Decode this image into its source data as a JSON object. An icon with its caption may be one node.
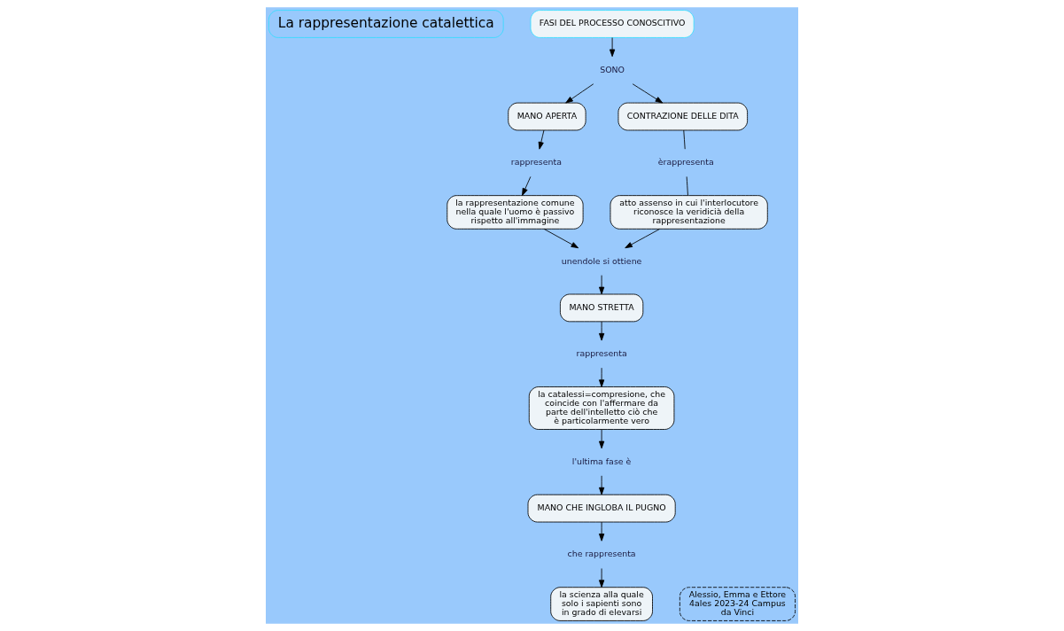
{
  "diagram": {
    "nodes": [
      {
        "text": [
          "La rappresentazione catalettica"
        ]
      },
      {
        "text": [
          "FASI DEL PROCESSO CONOSCITIVO"
        ]
      },
      {
        "text": [
          "SONO"
        ]
      },
      {
        "text": [
          "MANO APERTA"
        ]
      },
      {
        "text": [
          "CONTRAZIONE DELLE DITA"
        ]
      },
      {
        "text": [
          "rappresenta"
        ]
      },
      {
        "text": [
          "èrappresenta"
        ]
      },
      {
        "text": [
          "la rappresentazione comune nella quale l'uomo è passivo rispetto all'immagine"
        ]
      },
      {
        "text": [
          "atto assenso in cui l'interlocutore riconosce la veridicià della rappresentazione"
        ]
      },
      {
        "text": [
          "unendole si ottiene"
        ]
      },
      {
        "text": [
          "MANO STRETTA"
        ]
      },
      {
        "text": [
          "rappresenta"
        ]
      },
      {
        "text": [
          "la catalessi=compresione, che coincide con l'affermare da parte dell'intelletto ciò che è particolarmente vero"
        ]
      },
      {
        "text": [
          "l'ultima fase è"
        ]
      },
      {
        "text": [
          "MANO CHE INGLOBA IL PUGNO"
        ]
      },
      {
        "text": [
          "che rappresenta"
        ]
      },
      {
        "text": [
          "la scienza alla quale solo i sapienti sono in grado di elevarsi"
        ]
      },
      {
        "text": [
          "Alessio, Emma e Ettore 4ales 2023-24 Campus da Vinci"
        ]
      }
    ],
    "edges": [
      {
        "from": 1,
        "to": 2,
        "arrow": "to"
      },
      {
        "from": 2,
        "to": 3,
        "arrow": "to"
      },
      {
        "from": 2,
        "to": 4,
        "arrow": "to"
      },
      {
        "from": 3,
        "to": 5,
        "arrow": "to"
      },
      {
        "from": 5,
        "to": 7,
        "arrow": "to"
      },
      {
        "from": 4,
        "to": 6,
        "arrow": "none"
      },
      {
        "from": 6,
        "to": 8,
        "arrow": "none"
      },
      {
        "from": 7,
        "to": 9,
        "arrow": "to"
      },
      {
        "from": 8,
        "to": 9,
        "arrow": "to"
      },
      {
        "from": 9,
        "to": 10,
        "arrow": "to"
      },
      {
        "from": 10,
        "to": 11,
        "arrow": "to"
      },
      {
        "from": 11,
        "to": 12,
        "arrow": "to"
      },
      {
        "from": 12,
        "to": 13,
        "arrow": "to"
      },
      {
        "from": 13,
        "to": 14,
        "arrow": "to"
      },
      {
        "from": 14,
        "to": 15,
        "arrow": "to"
      },
      {
        "from": 15,
        "to": 16,
        "arrow": "to"
      }
    ]
  }
}
